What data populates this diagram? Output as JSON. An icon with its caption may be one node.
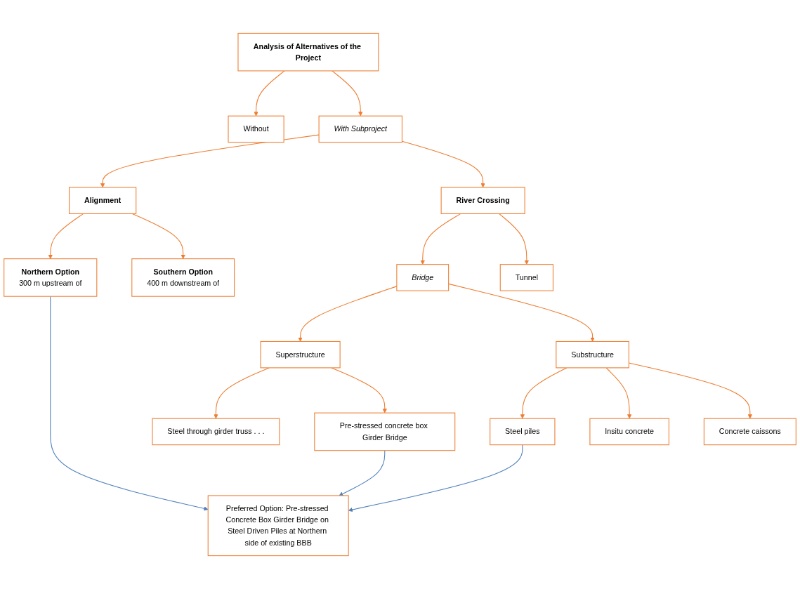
{
  "diagram": {
    "nodes": [
      {
        "text": [
          "Analysis of Alternatives of the Project"
        ]
      },
      {
        "text": [
          "Without"
        ]
      },
      {
        "text": [
          "With Subproject"
        ]
      },
      {
        "text": [
          "Alignment"
        ]
      },
      {
        "text": [
          "River Crossing"
        ]
      },
      {
        "text": [
          "Northern Option",
          "300 m upstream of"
        ]
      },
      {
        "text": [
          "Southern Option",
          "400 m downstream of"
        ]
      },
      {
        "text": [
          "Bridge"
        ]
      },
      {
        "text": [
          "Tunnel"
        ]
      },
      {
        "text": [
          "Superstructure"
        ]
      },
      {
        "text": [
          "Substructure"
        ]
      },
      {
        "text": [
          "Steel through girder truss . . ."
        ]
      },
      {
        "text": [
          "Pre-stressed concrete box Girder Bridge"
        ]
      },
      {
        "text": [
          "Steel piles"
        ]
      },
      {
        "text": [
          "Insitu concrete"
        ]
      },
      {
        "text": [
          "Concrete caissons"
        ]
      },
      {
        "text": [
          "Preferred Option: Pre-stressed Concrete Box Girder Bridge on Steel Driven Piles at Northern side of existing BBB"
        ]
      }
    ],
    "edges": [
      {
        "from": 0,
        "to": 1,
        "arrow": "to"
      },
      {
        "from": 0,
        "to": 2,
        "arrow": "to"
      },
      {
        "from": 2,
        "to": 3,
        "arrow": "to"
      },
      {
        "from": 2,
        "to": 4,
        "arrow": "to"
      },
      {
        "from": 3,
        "to": 5,
        "arrow": "to"
      },
      {
        "from": 3,
        "to": 6,
        "arrow": "to"
      },
      {
        "from": 4,
        "to": 7,
        "arrow": "to"
      },
      {
        "from": 4,
        "to": 8,
        "arrow": "to"
      },
      {
        "from": 7,
        "to": 9,
        "arrow": "to"
      },
      {
        "from": 7,
        "to": 10,
        "arrow": "to"
      },
      {
        "from": 9,
        "to": 11,
        "arrow": "to"
      },
      {
        "from": 9,
        "to": 12,
        "arrow": "to"
      },
      {
        "from": 10,
        "to": 13,
        "arrow": "to"
      },
      {
        "from": 10,
        "to": 14,
        "arrow": "to"
      },
      {
        "from": 10,
        "to": 15,
        "arrow": "to"
      },
      {
        "from": 12,
        "to": 16,
        "arrow": "to",
        "color": "#4f81bd"
      },
      {
        "from": 5,
        "to": 16,
        "arrow": "to",
        "color": "#4f81bd"
      },
      {
        "from": 13,
        "to": 16,
        "arrow": "to",
        "color": "#4f81bd"
      }
    ]
  }
}
